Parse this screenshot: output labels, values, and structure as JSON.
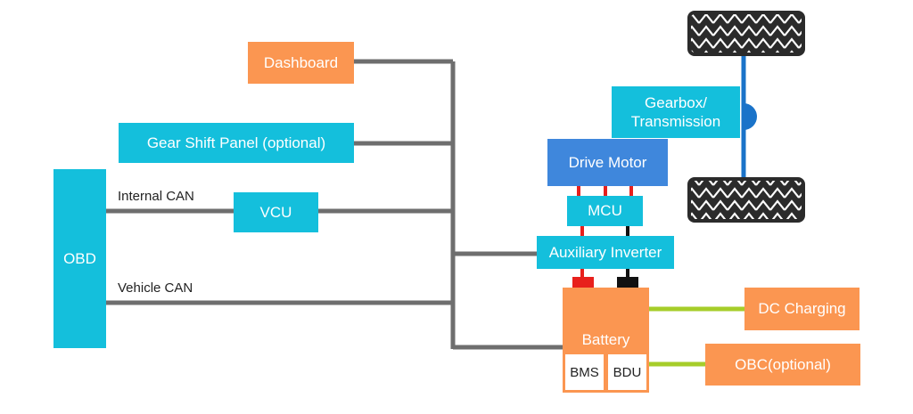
{
  "boxes": {
    "dashboard": "Dashboard",
    "gear_shift_panel": "Gear Shift Panel (optional)",
    "obd": "OBD",
    "vcu": "VCU",
    "gearbox_line1": "Gearbox/",
    "gearbox_line2": "Transmission",
    "drive_motor": "Drive Motor",
    "mcu": "MCU",
    "auxiliary_inverter": "Auxiliary Inverter",
    "battery": "Battery",
    "bms": "BMS",
    "bdu": "BDU",
    "dc_charging": "DC Charging",
    "obc": "OBC(optional)"
  },
  "labels": {
    "internal_can": "Internal CAN",
    "vehicle_can": "Vehicle CAN"
  },
  "colors": {
    "cyan": "#14bfdc",
    "orange": "#fb9651",
    "blue": "#3f87dc",
    "can_line": "#6e6e6e",
    "charge_line": "#a6cd2a",
    "positive": "#e8201c",
    "negative": "#111111",
    "axle": "#1a73c9"
  }
}
